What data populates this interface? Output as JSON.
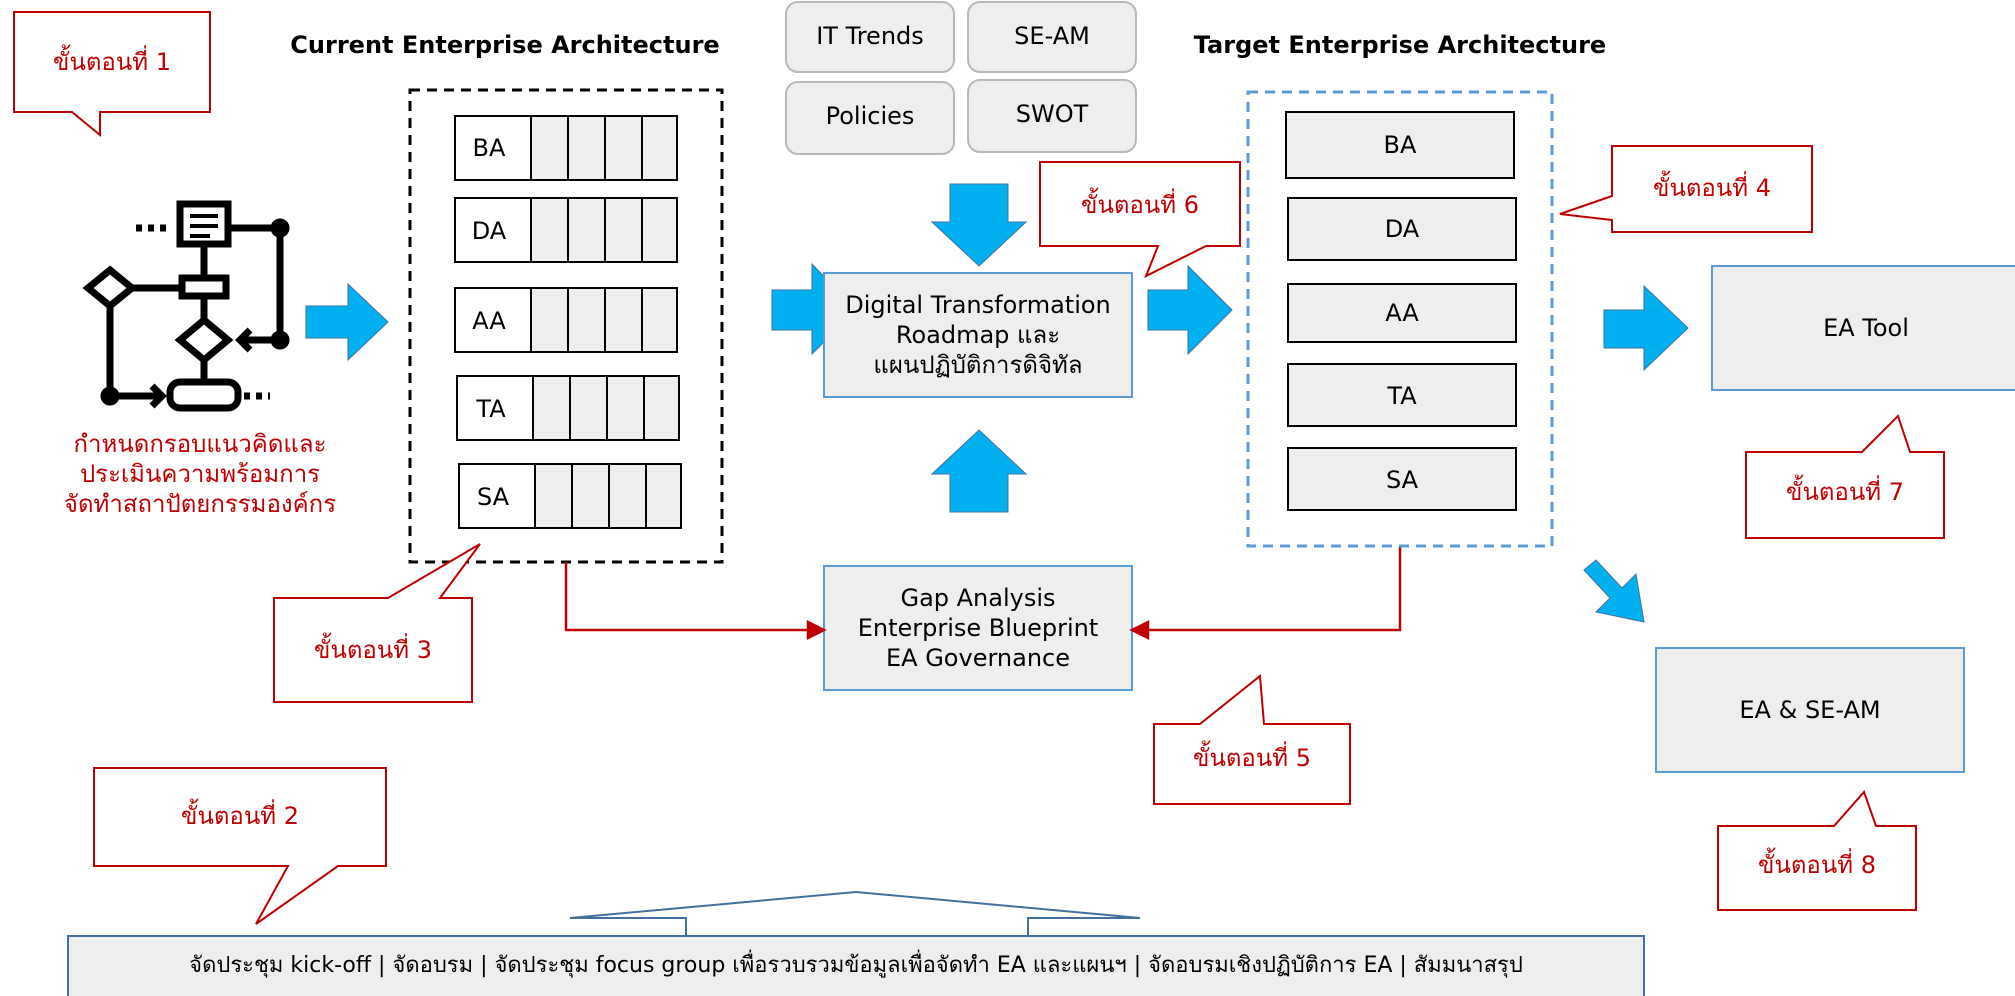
{
  "steps": {
    "s1": "ขั้นตอนที่ 1",
    "s2": "ขั้นตอนที่ 2",
    "s3": "ขั้นตอนที่ 3",
    "s4": "ขั้นตอนที่ 4",
    "s5": "ขั้นตอนที่ 5",
    "s6": "ขั้นตอนที่ 6",
    "s7": "ขั้นตอนที่ 7",
    "s8": "ขั้นตอนที่ 8"
  },
  "framework_caption": [
    "กำหนดกรอบแนวคิดและ",
    "ประเมินความพร้อมการ",
    "จัดทำสถาปัตยกรรมองค์กร"
  ],
  "current_ea": {
    "title": "Current Enterprise Architecture",
    "layers": [
      "BA",
      "DA",
      "AA",
      "TA",
      "SA"
    ]
  },
  "inputs": [
    "IT Trends",
    "SE-AM",
    "Policies",
    "SWOT"
  ],
  "roadmap": [
    "Digital Transformation",
    "Roadmap และ",
    "แผนปฏิบัติการดิจิทัล"
  ],
  "gap": [
    "Gap Analysis",
    "Enterprise Blueprint",
    "EA Governance"
  ],
  "target_ea": {
    "title": "Target Enterprise Architecture",
    "layers": [
      "BA",
      "DA",
      "AA",
      "TA",
      "SA"
    ]
  },
  "outputs": {
    "tool": "EA Tool",
    "seam": "EA & SE-AM"
  },
  "activities": "จัดประชุม kick-off | จัดอบรม | จัดประชุม focus group เพื่อรวบรวมข้อมูลเพื่อจัดทำ EA และแผนฯ | จัดอบรมเชิงปฏิบัติการ EA | สัมมนาสรุป",
  "colors": {
    "arrow_blue": "#00b0f0",
    "callout_red": "#c00000",
    "box_border_blue": "#5b9bd5",
    "box_fill_gray": "#eeeeee"
  }
}
